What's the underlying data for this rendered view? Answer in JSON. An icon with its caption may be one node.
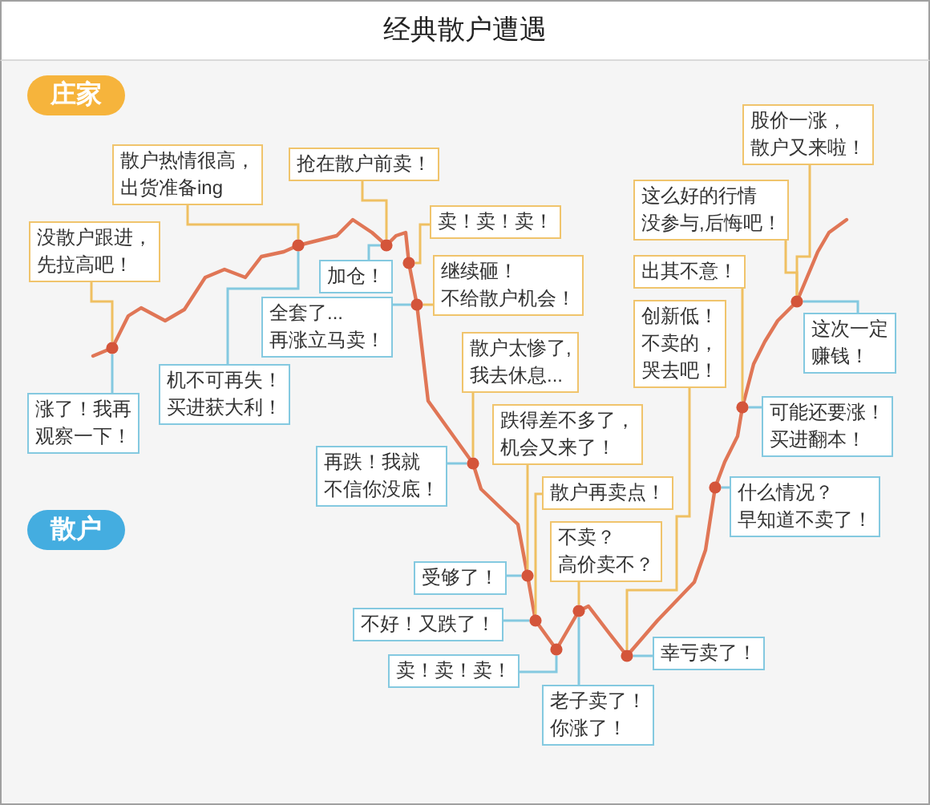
{
  "diagram": {
    "title": "经典散户遭遇",
    "nodes": [
      {
        "text": [
          "庄家"
        ]
      },
      {
        "text": [
          "股价一涨，散户又来啦！"
        ]
      },
      {
        "text": [
          "散户热情很高，出货准备ing"
        ]
      },
      {
        "text": [
          "抢在散户前卖！"
        ]
      },
      {
        "text": [
          "这么好的行情没参与,后悔吧！"
        ]
      },
      {
        "text": [
          "卖！卖！卖！"
        ]
      },
      {
        "text": [
          "没散户跟进，先拉高吧！"
        ]
      },
      {
        "text": [
          "继续砸！不给散户机会！"
        ]
      },
      {
        "text": [
          "加仓！"
        ]
      },
      {
        "text": [
          "出其不意！"
        ]
      },
      {
        "text": [
          "全套了...再涨立马卖！"
        ]
      },
      {
        "text": [
          "这次一定赚钱！"
        ]
      },
      {
        "text": [
          "创新低！不卖的，哭去吧！"
        ]
      },
      {
        "text": [
          "散户太惨了,我去休息..."
        ]
      },
      {
        "text": [
          "机不可再失！买进获大利！"
        ]
      },
      {
        "text": [
          "涨了！我再观察一下！"
        ]
      },
      {
        "text": [
          "可能还要涨！买进翻本！"
        ]
      },
      {
        "text": [
          "跌得差不多了，机会又来了！"
        ]
      },
      {
        "text": [
          "再跌！我就不信你没底！"
        ]
      },
      {
        "text": [
          "散户再卖点！"
        ]
      },
      {
        "text": [
          "什么情况？早知道不卖了！"
        ]
      },
      {
        "text": [
          "散户"
        ]
      },
      {
        "text": [
          "不卖？高价卖不？"
        ]
      },
      {
        "text": [
          "受够了！"
        ]
      },
      {
        "text": [
          "不好！又跌了！"
        ]
      },
      {
        "text": [
          "幸亏卖了！"
        ]
      },
      {
        "text": [
          "卖！卖！卖！"
        ]
      },
      {
        "text": [
          "老子卖了！你涨了！"
        ]
      },
      {
        "text": [],
        "shape": "circle"
      },
      {
        "text": [],
        "shape": "circle"
      },
      {
        "text": [],
        "shape": "circle"
      },
      {
        "text": [],
        "shape": "circle"
      },
      {
        "text": [],
        "shape": "circle"
      },
      {
        "text": [],
        "shape": "circle"
      },
      {
        "text": [],
        "shape": "circle"
      },
      {
        "text": [],
        "shape": "circle"
      },
      {
        "text": [],
        "shape": "circle"
      },
      {
        "text": [],
        "shape": "circle"
      },
      {
        "text": [],
        "shape": "circle"
      },
      {
        "text": [],
        "shape": "circle"
      },
      {
        "text": [],
        "shape": "circle"
      },
      {
        "text": [],
        "shape": "circle"
      }
    ],
    "edges": [
      {
        "from": 6,
        "to": 28,
        "arrow": "none"
      },
      {
        "from": 2,
        "to": 29,
        "arrow": "none"
      },
      {
        "from": 3,
        "to": 30,
        "arrow": "none"
      },
      {
        "from": 5,
        "to": 31,
        "arrow": "none"
      },
      {
        "from": 7,
        "to": 32,
        "arrow": "none"
      },
      {
        "from": 13,
        "to": 33,
        "arrow": "none"
      },
      {
        "from": 17,
        "to": 34,
        "arrow": "none"
      },
      {
        "from": 19,
        "to": 35,
        "arrow": "none"
      },
      {
        "from": 22,
        "to": 37,
        "arrow": "none"
      },
      {
        "from": 12,
        "to": 38,
        "arrow": "none"
      },
      {
        "from": 9,
        "to": 40,
        "arrow": "none"
      },
      {
        "from": 4,
        "to": 41,
        "arrow": "none"
      },
      {
        "from": 1,
        "to": 41,
        "arrow": "none"
      },
      {
        "from": 15,
        "to": 28,
        "arrow": "none",
        "color": "#84c9e0"
      },
      {
        "from": 14,
        "to": 29,
        "arrow": "none",
        "color": "#84c9e0"
      },
      {
        "from": 8,
        "to": 30,
        "arrow": "none",
        "color": "#84c9e0"
      },
      {
        "from": 10,
        "to": 32,
        "arrow": "none",
        "color": "#84c9e0"
      },
      {
        "from": 18,
        "to": 33,
        "arrow": "none",
        "color": "#84c9e0"
      },
      {
        "from": 23,
        "to": 34,
        "arrow": "none",
        "color": "#84c9e0"
      },
      {
        "from": 24,
        "to": 35,
        "arrow": "none",
        "color": "#84c9e0"
      },
      {
        "from": 26,
        "to": 36,
        "arrow": "none",
        "color": "#84c9e0"
      },
      {
        "from": 27,
        "to": 37,
        "arrow": "none",
        "color": "#84c9e0"
      },
      {
        "from": 25,
        "to": 38,
        "arrow": "none",
        "color": "#84c9e0"
      },
      {
        "from": 20,
        "to": 39,
        "arrow": "none",
        "color": "#84c9e0"
      },
      {
        "from": 16,
        "to": 40,
        "arrow": "none",
        "color": "#84c9e0"
      },
      {
        "from": 11,
        "to": 41,
        "arrow": "none",
        "color": "#84c9e0"
      }
    ]
  }
}
